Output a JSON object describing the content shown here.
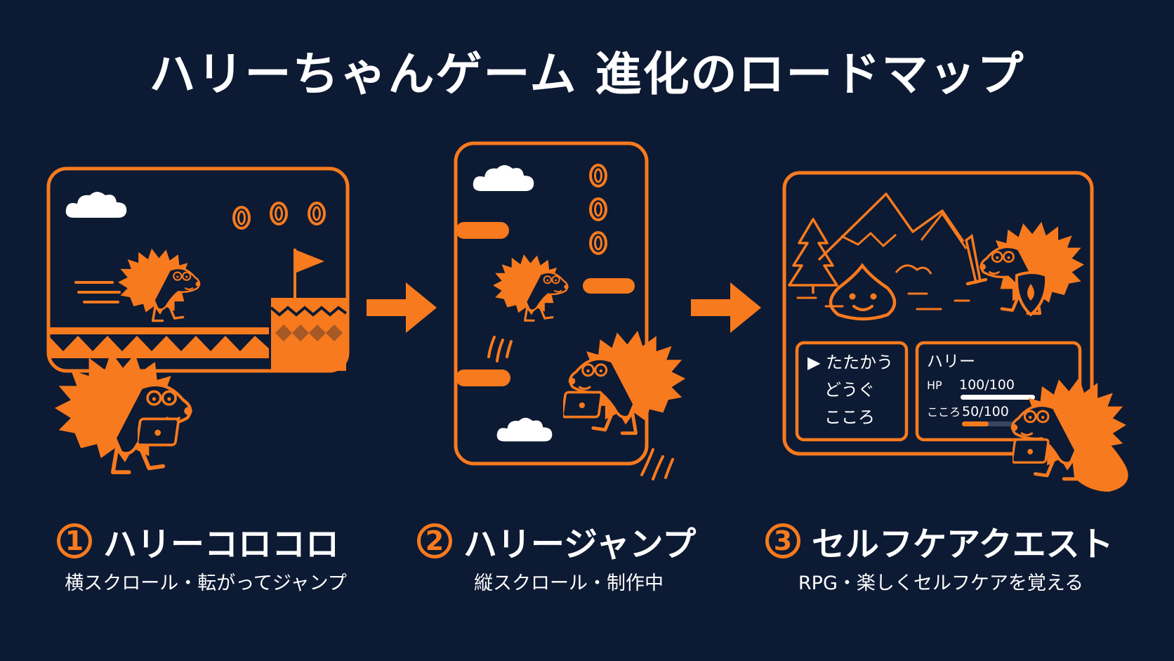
{
  "title": "ハリーちゃんゲーム 進化のロードマップ",
  "colors": {
    "background": "#0d1a33",
    "accent": "#f77a1e",
    "text": "#ffffff"
  },
  "stages": [
    {
      "number": "1",
      "name": "ハリーコロコロ",
      "description": "横スクロール・転がってジャンプ"
    },
    {
      "number": "2",
      "name": "ハリージャンプ",
      "description": "縦スクロール・制作中"
    },
    {
      "number": "3",
      "name": "セルフケアクエスト",
      "description": "RPG・楽しくセルフケアを覚える"
    }
  ],
  "rpg": {
    "menu": [
      "▶ たたかう",
      "どうぐ",
      "こころ"
    ],
    "status_name": "ハリー",
    "hp_label": "HP",
    "hp_value": "100/100",
    "hp_fill": 1.0,
    "mind_label": "こころ",
    "mind_value": "50/100",
    "mind_fill": 0.5
  },
  "icons": [
    "cloud-icon",
    "coin-icon",
    "goal-flag-icon",
    "arrow-right-icon",
    "hedgehog-icon",
    "slime-icon",
    "sword-icon",
    "shield-icon",
    "pine-tree-icon",
    "mountain-icon",
    "tablet-icon"
  ]
}
